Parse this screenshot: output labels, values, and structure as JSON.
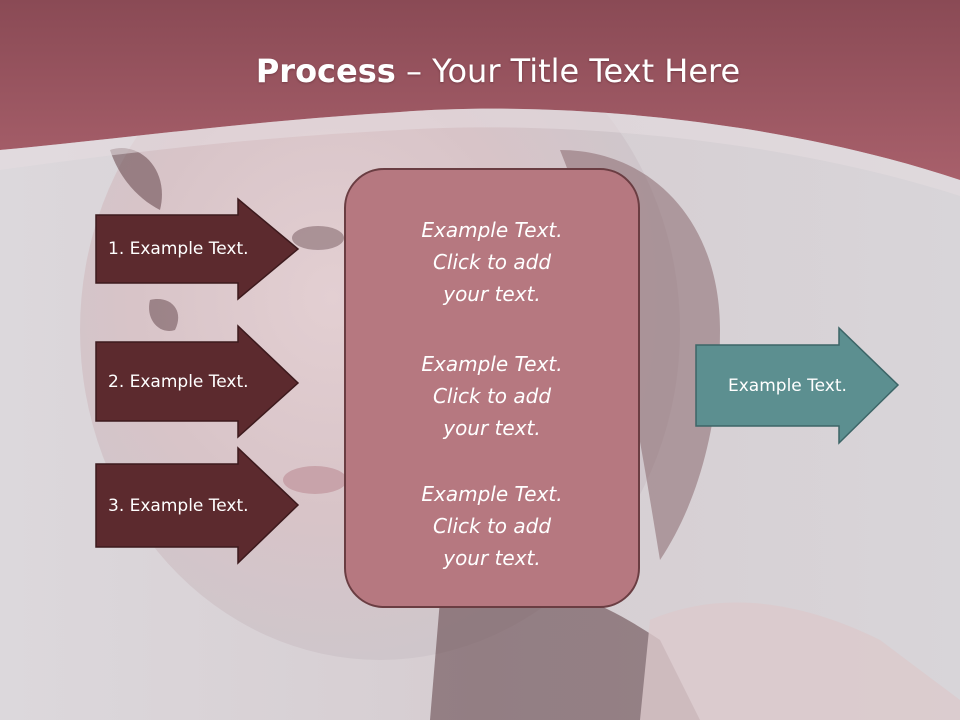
{
  "slide": {
    "title_bold": "Process",
    "title_separator": " – ",
    "title_rest": "Your Title Text Here"
  },
  "left_steps": [
    {
      "label": "1. Example Text."
    },
    {
      "label": "2. Example Text."
    },
    {
      "label": "3. Example Text."
    }
  ],
  "center_box": {
    "blocks": [
      {
        "lines": [
          "Example Text.",
          "Click  to add",
          "your text."
        ]
      },
      {
        "lines": [
          "Example Text.",
          "Click  to add",
          "your text."
        ]
      },
      {
        "lines": [
          "Example Text.",
          "Click  to add",
          "your text."
        ]
      }
    ]
  },
  "output_arrow": {
    "label": "Example Text."
  },
  "colors": {
    "header": "#a05a65",
    "step_arrow": "#5c2a2e",
    "center_box": "#b67880",
    "output_arrow": "#5c8f90",
    "background": "#d9d3d6"
  }
}
